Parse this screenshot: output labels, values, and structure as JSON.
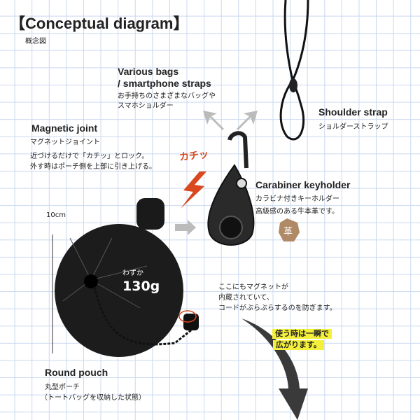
{
  "title": "【Conceptual diagram】",
  "subtitle": "概念図",
  "bags": {
    "title1": "Various bags",
    "title2": "/ smartphone straps",
    "desc1": "お手持ちのさまざまなバッグや",
    "desc2": "スマホショルダー"
  },
  "shoulder": {
    "title": "Shoulder strap",
    "desc": "ショルダーストラップ"
  },
  "magnetic": {
    "title": "Magnetic joint",
    "sub": "マグネットジョイント",
    "desc1": "近づけるだけで「カチッ」とロック。",
    "desc2": "外す時はポーチ側を上部に引き上げる。"
  },
  "sound": "カチッ",
  "carabiner": {
    "title": "Carabiner keyholder",
    "sub": "カラビナ付きキーホルダー",
    "desc": "高級感のある牛本革です。",
    "badge": "革"
  },
  "size": "10cm",
  "weight": {
    "label": "わずか",
    "value": "130g"
  },
  "magnet_note": {
    "line1": "ここにもマグネットが",
    "line2": "内蔵されていて、",
    "line3": "コードがぶらぶらするのを防ぎます。"
  },
  "highlight": {
    "line1": "使う時は一瞬で",
    "line2": "広がります。"
  },
  "pouch": {
    "title": "Round pouch",
    "sub": "丸型ポーチ",
    "desc": "（トートバッグを収納した状態）"
  }
}
